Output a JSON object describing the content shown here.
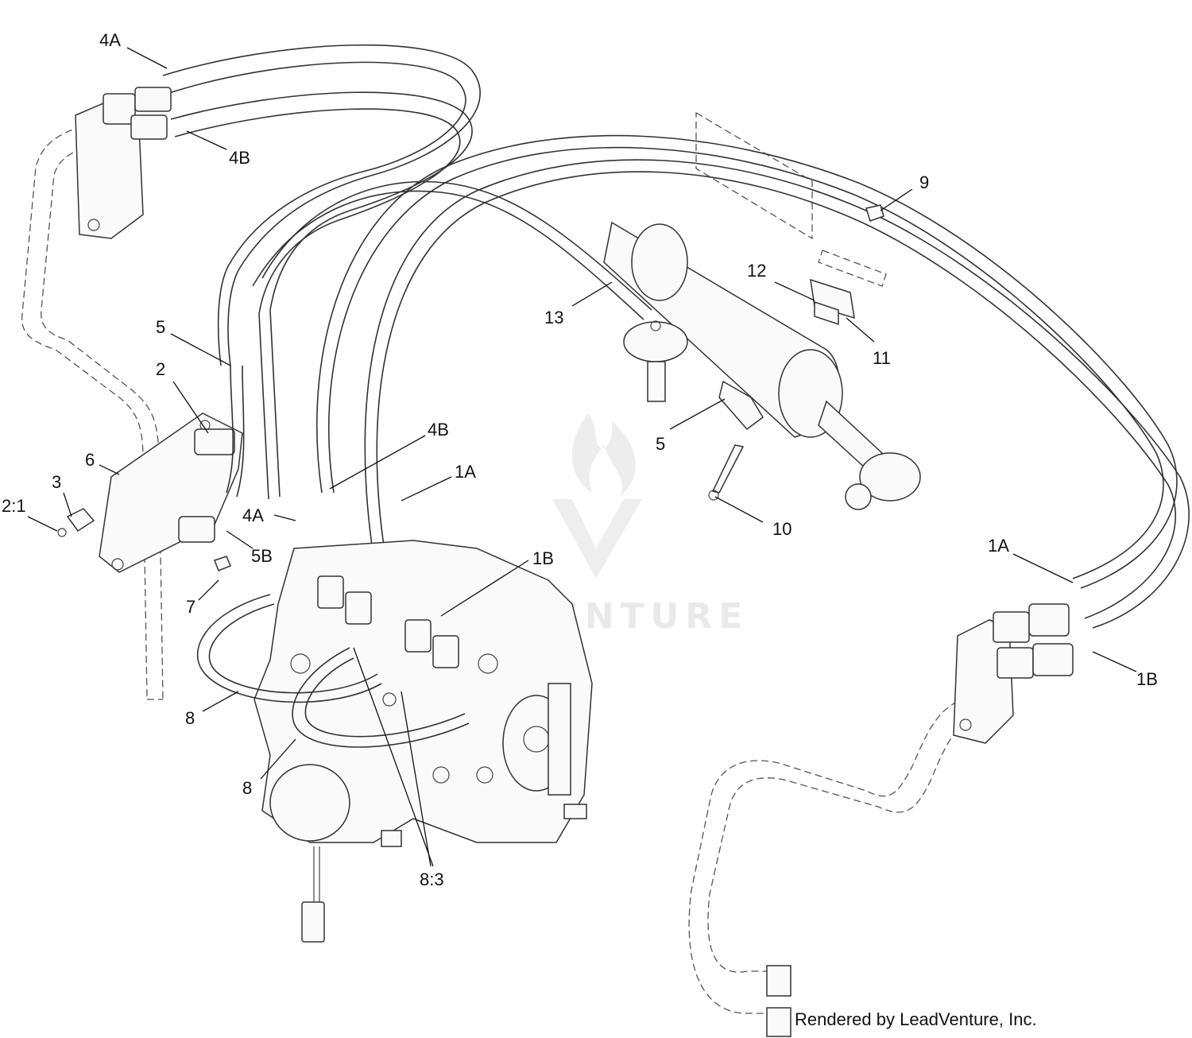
{
  "callouts": [
    {
      "id": "c-4a-top",
      "text": "4A"
    },
    {
      "id": "c-4b-top",
      "text": "4B"
    },
    {
      "id": "c-9",
      "text": "9"
    },
    {
      "id": "c-12",
      "text": "12"
    },
    {
      "id": "c-13",
      "text": "13"
    },
    {
      "id": "c-11",
      "text": "11"
    },
    {
      "id": "c-5-left",
      "text": "5"
    },
    {
      "id": "c-2",
      "text": "2"
    },
    {
      "id": "c-4b-mid",
      "text": "4B"
    },
    {
      "id": "c-1a-mid",
      "text": "1A"
    },
    {
      "id": "c-5-right",
      "text": "5"
    },
    {
      "id": "c-6",
      "text": "6"
    },
    {
      "id": "c-3",
      "text": "3"
    },
    {
      "id": "c-2-1",
      "text": "2:1"
    },
    {
      "id": "c-4a-mid",
      "text": "4A"
    },
    {
      "id": "c-10",
      "text": "10"
    },
    {
      "id": "c-5b",
      "text": "5B"
    },
    {
      "id": "c-1a-right",
      "text": "1A"
    },
    {
      "id": "c-1b-mid",
      "text": "1B"
    },
    {
      "id": "c-7",
      "text": "7"
    },
    {
      "id": "c-1b-right",
      "text": "1B"
    },
    {
      "id": "c-8-upper",
      "text": "8"
    },
    {
      "id": "c-8-lower",
      "text": "8"
    },
    {
      "id": "c-8-3",
      "text": "8:3"
    }
  ],
  "watermark": "LEADVENTURE",
  "credit": "Rendered by LeadVenture, Inc."
}
